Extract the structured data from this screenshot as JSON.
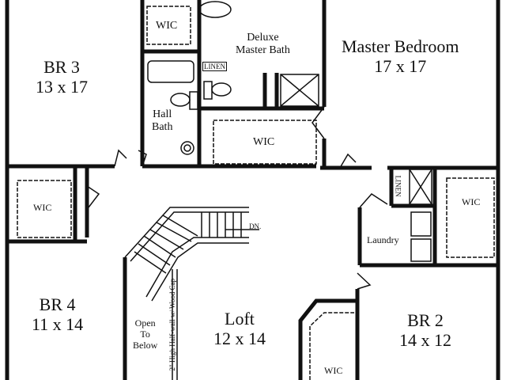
{
  "rooms": {
    "br3": {
      "name": "BR 3",
      "size": "13 x 17"
    },
    "br4": {
      "name": "BR 4",
      "size": "11 x 14"
    },
    "br2": {
      "name": "BR 2",
      "size": "14 x 12"
    },
    "master": {
      "name": "Master Bedroom",
      "size": "17 x 17"
    },
    "loft": {
      "name": "Loft",
      "size": "12 x 14"
    },
    "master_bath": {
      "line1": "Deluxe",
      "line2": "Master Bath"
    },
    "hall_bath": {
      "line1": "Hall",
      "line2": "Bath"
    },
    "laundry": "Laundry",
    "wic_br3": "WIC",
    "wic_master": "WIC",
    "wic_br4": "WIC",
    "wic_br2": "WIC",
    "wic_loft": "WIC",
    "linen_bath": "LINEN",
    "linen_hall": "LINEN",
    "open_below": {
      "line1": "Open",
      "line2": "To",
      "line3": "Below"
    },
    "half_wall": "2\" High Half-wall w/ Wood Cap",
    "stair_dn": "DN."
  }
}
